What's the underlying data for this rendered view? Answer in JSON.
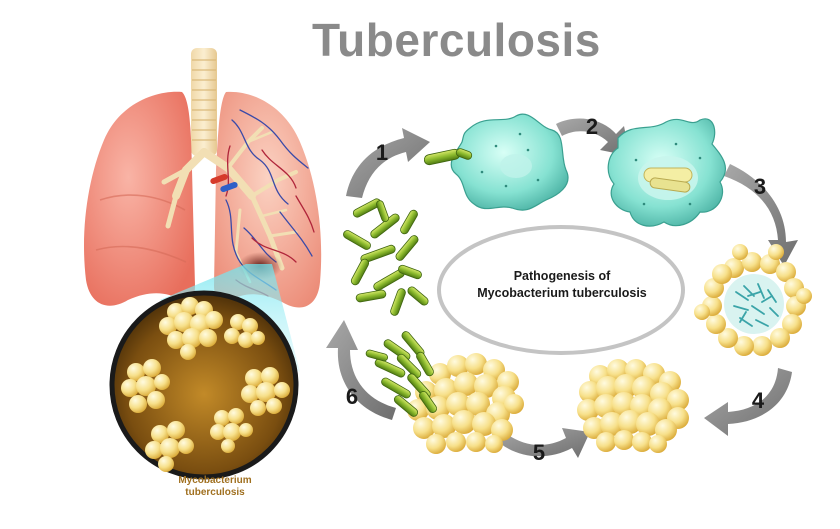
{
  "title": "Tuberculosis",
  "center_label": {
    "line1": "Pathogenesis of",
    "line2": "Mycobacterium tuberculosis"
  },
  "micro_label": {
    "line1": "Mycobacterium",
    "line2": "tuberculosis"
  },
  "steps": [
    "1",
    "2",
    "3",
    "4",
    "5",
    "6"
  ],
  "colors": {
    "title": "#8a8a8a",
    "lung_healthy": "#f08c7c",
    "lung_infected": "#f2aa98",
    "bronchi": "#f2dfb4",
    "bacteria": "#7fb43a",
    "macrophage": "#7ed9cc",
    "granuloma": "#f5d873",
    "arrow": "#8f8f8f",
    "micro_label": "#a07020"
  }
}
